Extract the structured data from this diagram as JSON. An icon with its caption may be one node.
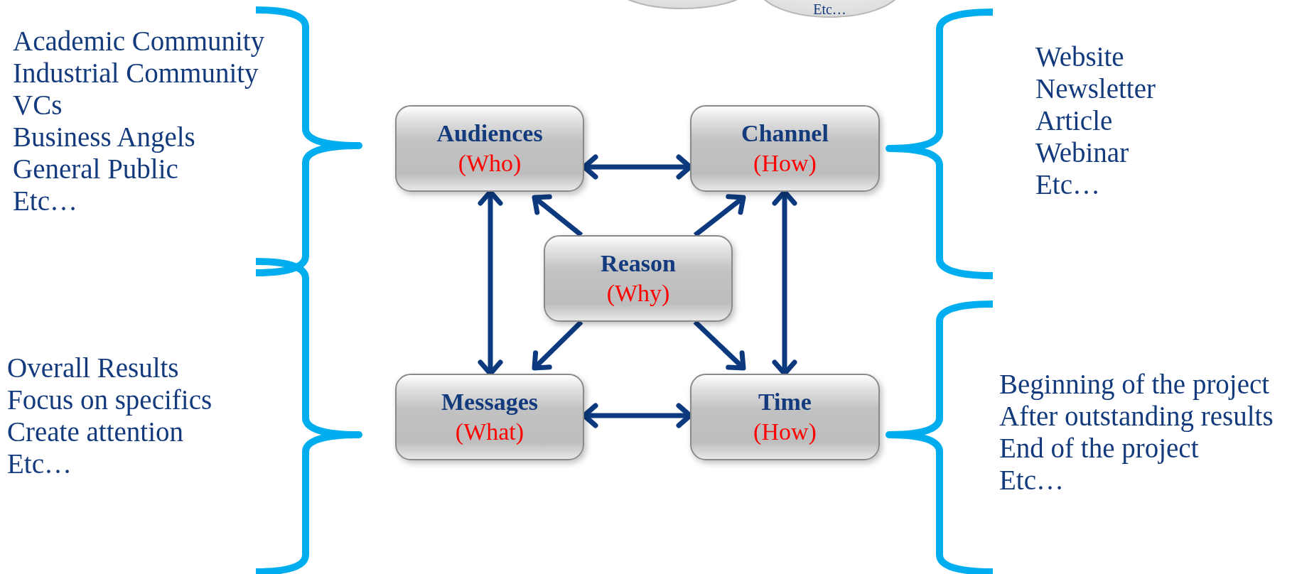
{
  "diagram": {
    "nodes": [
      {
        "text": [],
        "shape": "ellipse"
      },
      {
        "text": [
          "Etc…"
        ]
      },
      {
        "text": [
          "Audiences",
          "(Who)"
        ]
      },
      {
        "text": [
          "Channel",
          "(How)"
        ]
      },
      {
        "text": [
          "Reason",
          "(Why)"
        ]
      },
      {
        "text": [
          "Messages",
          "(What)"
        ]
      },
      {
        "text": [
          "Time",
          "(How)"
        ]
      }
    ],
    "edges": [
      {
        "from": 2,
        "to": 3,
        "arrow": "both"
      },
      {
        "from": 4,
        "to": 2,
        "arrow": "to"
      },
      {
        "from": 4,
        "to": 3,
        "arrow": "to"
      },
      {
        "from": 2,
        "to": 5,
        "arrow": "both"
      },
      {
        "from": 3,
        "to": 6,
        "arrow": "both"
      },
      {
        "from": 4,
        "to": 5,
        "arrow": "to"
      },
      {
        "from": 4,
        "to": 6,
        "arrow": "to"
      },
      {
        "from": 5,
        "to": 6,
        "arrow": "both"
      }
    ],
    "labels": [
      "Academic Community",
      "Industrial Community",
      "VCs",
      "Business Angels",
      "General Public",
      "Etc…",
      "Website",
      "Newsletter",
      "Article",
      "Webinar",
      "Etc…",
      "Overall Results",
      "Focus on specifics",
      "Create attention",
      "Etc…",
      "Beginning of the project",
      "After outstanding results",
      "End of the project",
      "Etc…"
    ]
  }
}
